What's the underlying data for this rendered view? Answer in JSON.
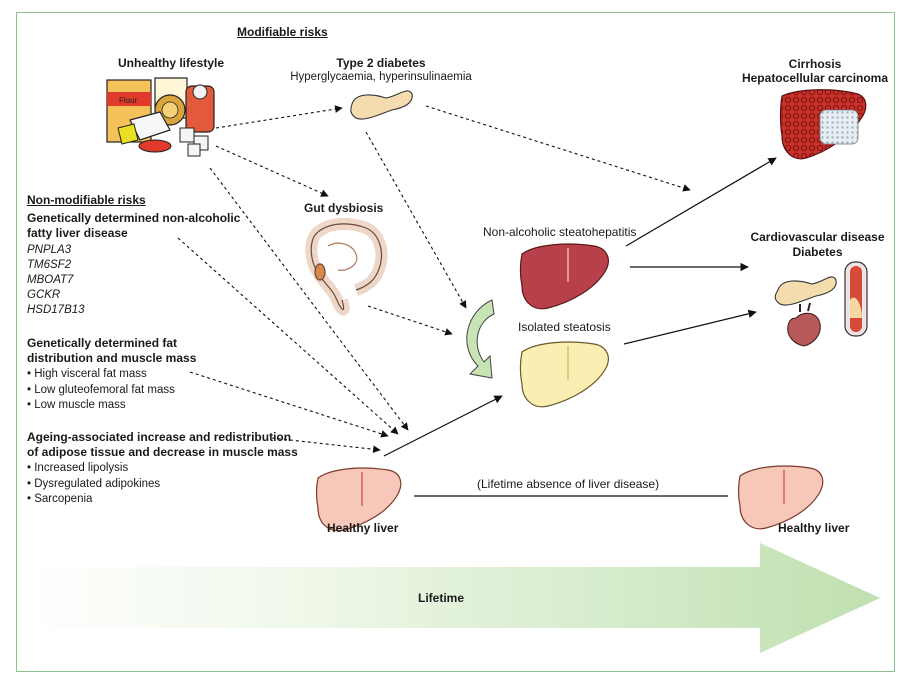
{
  "modifiable_heading": "Modifiable risks",
  "unhealthy_lifestyle": "Unhealthy lifestyle",
  "flour_label": "Flour",
  "type2": {
    "title": "Type 2 diabetes",
    "subtitle": "Hyperglycaemia, hyperinsulinaemia"
  },
  "gut_dysbiosis": "Gut dysbiosis",
  "nonmod_heading": "Non-modifiable risks",
  "genetic_nafld": {
    "title_line1": "Genetically determined non-alcoholic",
    "title_line2": "fatty liver disease",
    "genes": [
      "PNPLA3",
      "TM6SF2",
      "MBOAT7",
      "GCKR",
      "HSD17B13"
    ]
  },
  "genetic_fat": {
    "title_line1": "Genetically determined fat",
    "title_line2": "distribution and muscle mass",
    "items": [
      "High visceral fat mass",
      "Low gluteofemoral fat mass",
      "Low muscle mass"
    ]
  },
  "ageing": {
    "title_line1": "Ageing-associated increase and redistribution",
    "title_line2": "of adipose tissue and decrease in muscle mass",
    "items": [
      "Increased lipolysis",
      "Dysregulated adipokines",
      "Sarcopenia"
    ]
  },
  "nash": "Non-alcoholic steatohepatitis",
  "steatosis": "Isolated steatosis",
  "cirrhosis": {
    "line1": "Cirrhosis",
    "line2": "Hepatocellular carcinoma"
  },
  "cvd": {
    "line1": "Cardiovascular disease",
    "line2": "Diabetes"
  },
  "healthy_liver_left": "Healthy liver",
  "healthy_liver_right": "Healthy liver",
  "lifetime_absence": "(Lifetime absence of liver disease)",
  "lifetime": "Lifetime",
  "colors": {
    "border": "#8cc28a",
    "healthy_liver": "#f7c8ba",
    "steatosis_liver": "#fbeeb2",
    "nash_liver": "#b8404a",
    "cirrhosis_liver": "#c9302a",
    "pancreas": "#f4dcae",
    "gut": "#eed7c8",
    "cycle_arrow": "#c9e4b4",
    "lifetime_arrow": "#bfe0b0"
  }
}
